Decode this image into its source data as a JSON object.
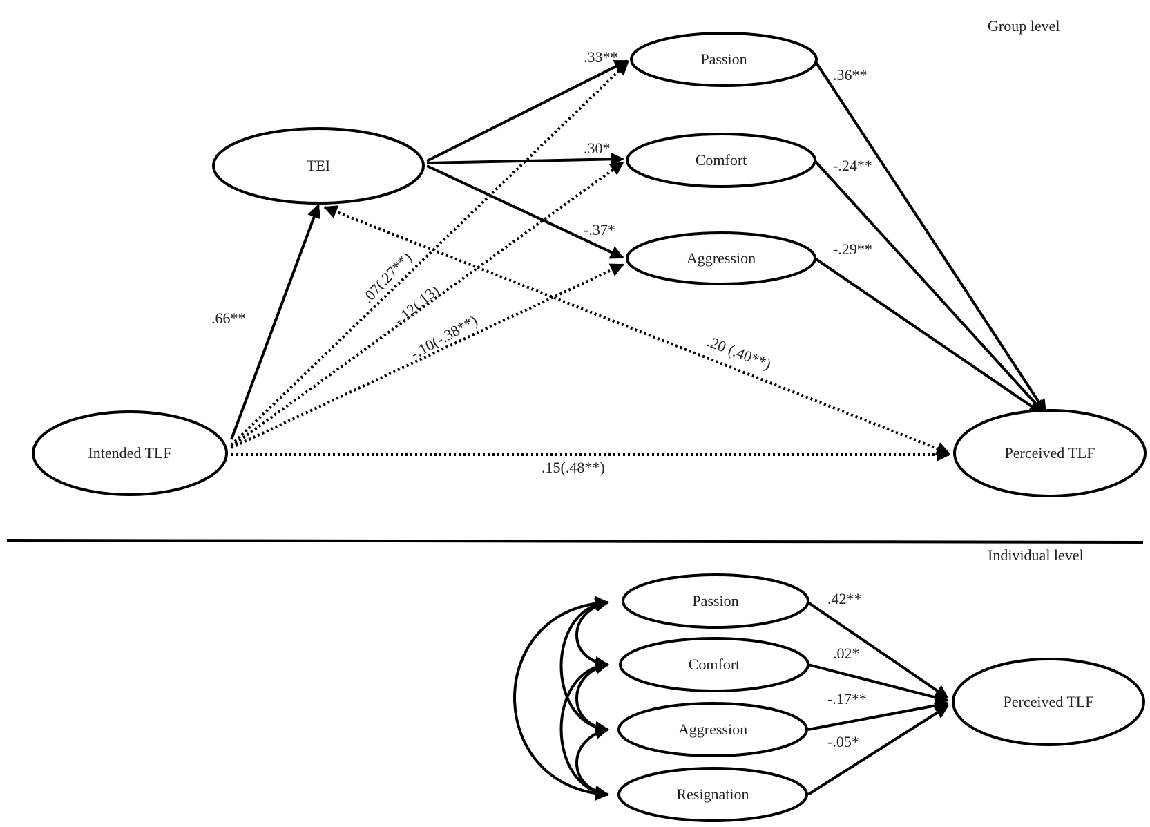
{
  "levels": {
    "group": "Group level",
    "individual": "Individual level"
  },
  "nodes": {
    "passion_group": "Passion",
    "comfort_group": "Comfort",
    "aggression_group": "Aggression",
    "tei": "TEI",
    "intended_tlf": "Intended TLF",
    "perceived_tlf_group": "Perceived TLF",
    "passion_ind": "Passion",
    "comfort_ind": "Comfort",
    "aggression_ind": "Aggression",
    "resignation_ind": "Resignation",
    "perceived_tlf_ind": "Perceived TLF"
  },
  "coefficients": {
    "tei_passion": ".33**",
    "tei_comfort": ".30*",
    "tei_aggression": "-.37*",
    "passion_perceived": ".36**",
    "comfort_perceived": "-.24**",
    "aggression_perceived": "-.29**",
    "intended_tei": ".66**",
    "intended_passion": ".07(.27**)",
    "intended_comfort": "-.12(.13)",
    "intended_aggression": "-.10(-.38**)",
    "tei_perceived": ".20 (.40**)",
    "intended_perceived": ".15(.48**)",
    "ind_passion": ".42**",
    "ind_comfort": ".02*",
    "ind_aggression": "-.17**",
    "ind_resignation": "-.05*"
  }
}
